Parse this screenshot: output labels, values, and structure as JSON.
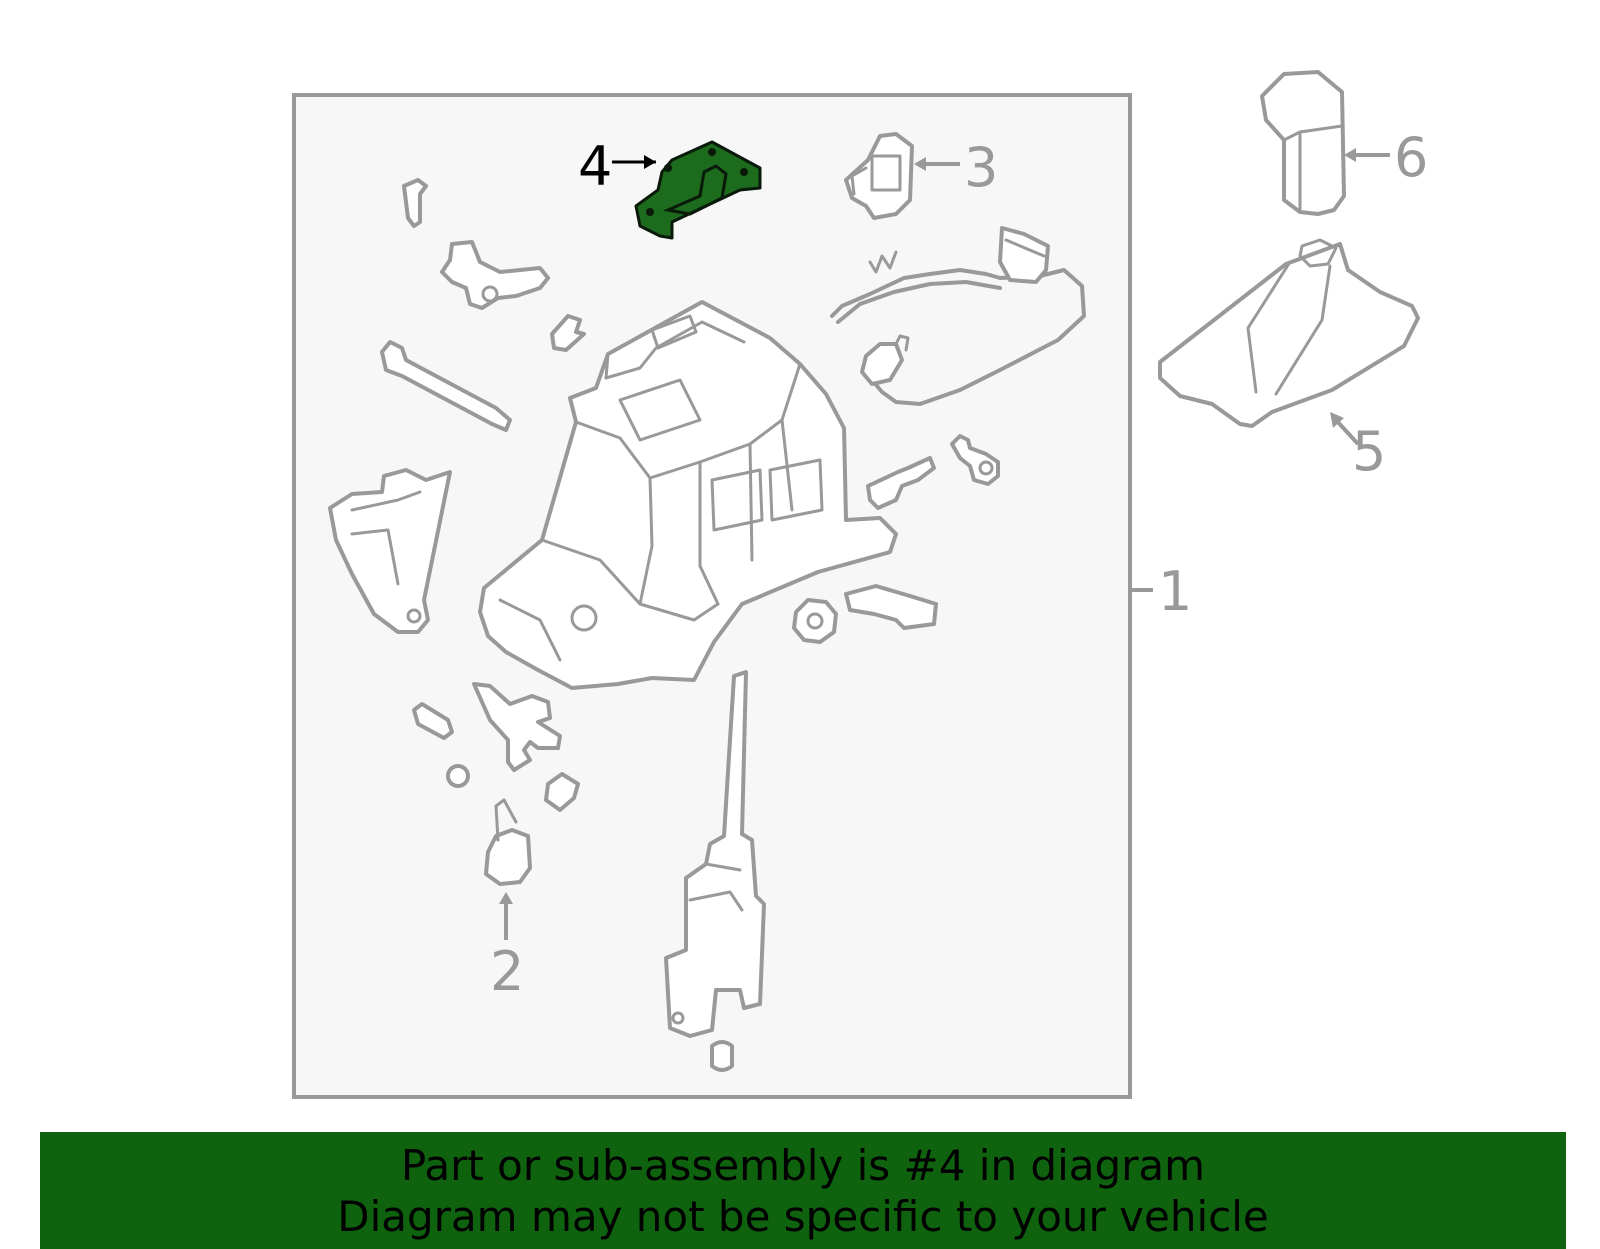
{
  "callouts": {
    "c1": "1",
    "c2": "2",
    "c3": "3",
    "c4": "4",
    "c5": "5",
    "c6": "6"
  },
  "banner": {
    "line1": "Part or sub-assembly is #4 in diagram",
    "line2": "Diagram may not be specific to your vehicle"
  },
  "colors": {
    "highlight": "#1d6b1d",
    "banner": "#0f630f",
    "line": "#999999"
  }
}
